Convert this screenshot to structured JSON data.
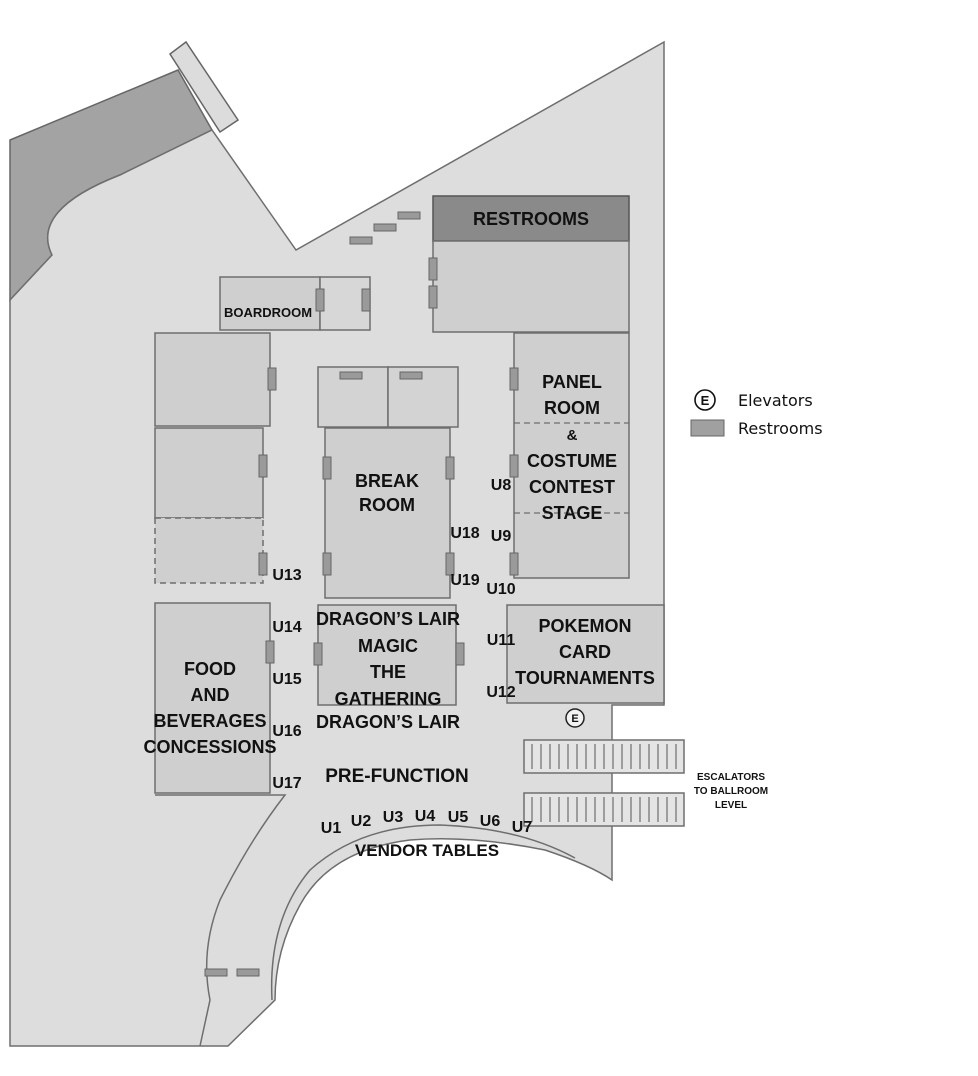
{
  "legend": {
    "elevators_symbol": "E",
    "elevators_label": "Elevators",
    "restrooms_label": "Restrooms"
  },
  "rooms": {
    "restrooms": "RESTROOMS",
    "boardroom": "BOARDROOM",
    "break_room": [
      "BREAK",
      "ROOM"
    ],
    "panel_room": [
      "PANEL",
      "ROOM",
      "&",
      "COSTUME",
      "CONTEST",
      "STAGE"
    ],
    "dragons_lair": [
      "DRAGON’S LAIR",
      "MAGIC",
      "THE",
      "GATHERING",
      "DRAGON’S LAIR"
    ],
    "pokemon": [
      "POKEMON",
      "CARD",
      "TOURNAMENTS"
    ],
    "food": [
      "FOOD",
      "AND",
      "BEVERAGES",
      "CONCESSIONS"
    ],
    "prefunction": "PRE-FUNCTION",
    "vendor_tables": "VENDOR TABLES",
    "escalators": [
      "ESCALATORS",
      "TO BALLROOM",
      "LEVEL"
    ],
    "elevator_symbol": "E"
  },
  "booths": {
    "vendor_arc": [
      "U1",
      "U2",
      "U3",
      "U4",
      "U5",
      "U6",
      "U7"
    ],
    "u8": "U8",
    "u9": "U9",
    "u10": "U10",
    "u11": "U11",
    "u12": "U12",
    "u13": "U13",
    "u14": "U14",
    "u15": "U15",
    "u16": "U16",
    "u17": "U17",
    "u18": "U18",
    "u19": "U19"
  },
  "colors": {
    "outer": "#a3a3a3",
    "floor": "#dddddd",
    "room": "#cfcfcf",
    "wall": "#6e6e6e",
    "restroom": "#8a8a8a",
    "door": "#9a9a9a"
  }
}
